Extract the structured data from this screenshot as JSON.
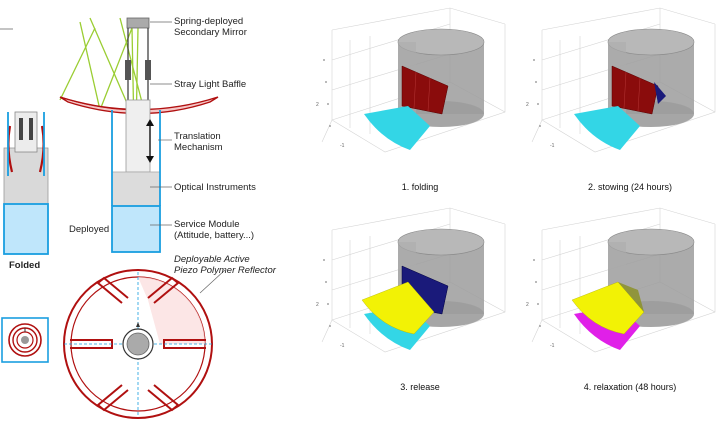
{
  "colors": {
    "reflector": "#b01010",
    "module_blue": "#1a9ee0",
    "module_fill": "#bfe6fb",
    "instrument_fill": "#dcdcdc",
    "light_ray": "#9acd32",
    "cylinder": "#9c9c9c",
    "cyan": "#33d6e6",
    "dark_red": "#8a0c0c",
    "navy": "#1a1a7a",
    "yellow": "#f2f205",
    "magenta": "#e020e8",
    "olive": "#8a9020"
  },
  "labels": {
    "mirror": [
      "Spring-deployed",
      "Secondary Mirror"
    ],
    "baffle": "Stray Light Baffle",
    "translation": [
      "Translation",
      "Mechanism"
    ],
    "optical": "Optical Instruments",
    "service": [
      "Service Module",
      "(Attitude, battery...)"
    ],
    "deployed": "Deployed",
    "folded": "Folded",
    "reflector": [
      "Deployable Active",
      "Piezo Polymer Reflector"
    ]
  },
  "panels": [
    {
      "caption": "1. folding",
      "stage": "folding"
    },
    {
      "caption": "2. stowing (24 hours)",
      "stage": "stowing"
    },
    {
      "caption": "3. release",
      "stage": "release"
    },
    {
      "caption": "4. relaxation (48 hours)",
      "stage": "relaxation"
    }
  ]
}
